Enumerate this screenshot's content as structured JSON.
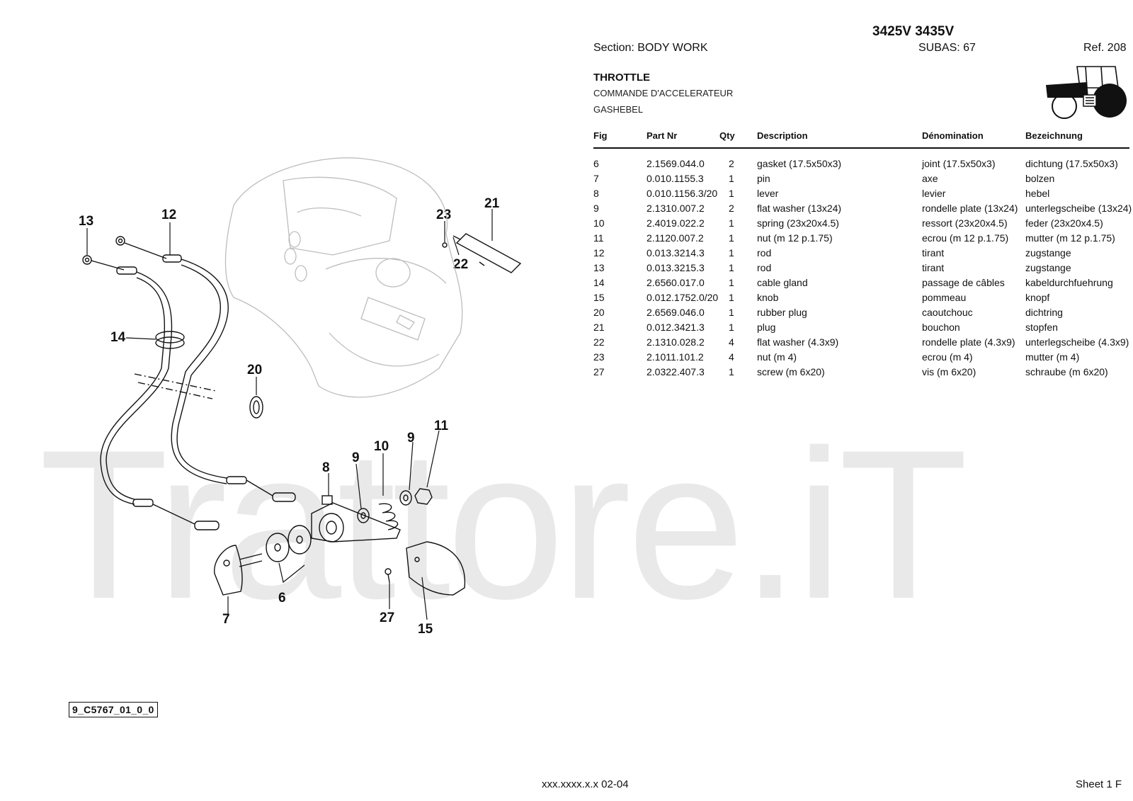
{
  "watermark": "Trattore.iT",
  "header": {
    "model": "3425V 3435V",
    "section": "Section: BODY  WORK",
    "subas": "SUBAS: 67",
    "ref": "Ref. 208",
    "title": "THROTTLE",
    "title_fr": "COMMANDE D'ACCELERATEUR",
    "title_de": "GASHEBEL"
  },
  "table": {
    "columns": [
      "Fig",
      "Part Nr",
      "Qty",
      "Description",
      "Dénomination",
      "Bezeichnung"
    ],
    "rows": [
      {
        "fig": "6",
        "part": "2.1569.044.0",
        "qty": "2",
        "desc": "gasket (17.5x50x3)",
        "den": "joint (17.5x50x3)",
        "bez": "dichtung (17.5x50x3)"
      },
      {
        "fig": "7",
        "part": "0.010.1155.3",
        "qty": "1",
        "desc": "pin",
        "den": "axe",
        "bez": "bolzen"
      },
      {
        "fig": "8",
        "part": "0.010.1156.3/20",
        "qty": "1",
        "desc": "lever",
        "den": "levier",
        "bez": "hebel"
      },
      {
        "fig": "9",
        "part": "2.1310.007.2",
        "qty": "2",
        "desc": "flat washer (13x24)",
        "den": "rondelle plate (13x24)",
        "bez": "unterlegscheibe (13x24)"
      },
      {
        "fig": "10",
        "part": "2.4019.022.2",
        "qty": "1",
        "desc": "spring (23x20x4.5)",
        "den": "ressort (23x20x4.5)",
        "bez": "feder (23x20x4.5)"
      },
      {
        "fig": "11",
        "part": "2.1120.007.2",
        "qty": "1",
        "desc": "nut (m 12 p.1.75)",
        "den": "ecrou (m 12 p.1.75)",
        "bez": "mutter (m 12 p.1.75)"
      },
      {
        "fig": "12",
        "part": "0.013.3214.3",
        "qty": "1",
        "desc": "rod",
        "den": "tirant",
        "bez": "zugstange"
      },
      {
        "fig": "13",
        "part": "0.013.3215.3",
        "qty": "1",
        "desc": "rod",
        "den": "tirant",
        "bez": "zugstange"
      },
      {
        "fig": "14",
        "part": "2.6560.017.0",
        "qty": "1",
        "desc": "cable gland",
        "den": "passage de câbles",
        "bez": "kabeldurchfuehrung"
      },
      {
        "fig": "15",
        "part": "0.012.1752.0/20",
        "qty": "1",
        "desc": "knob",
        "den": "pommeau",
        "bez": "knopf"
      },
      {
        "fig": "20",
        "part": "2.6569.046.0",
        "qty": "1",
        "desc": "rubber plug",
        "den": "caoutchouc",
        "bez": "dichtring"
      },
      {
        "fig": "21",
        "part": "0.012.3421.3",
        "qty": "1",
        "desc": "plug",
        "den": "bouchon",
        "bez": "stopfen"
      },
      {
        "fig": "22",
        "part": "2.1310.028.2",
        "qty": "4",
        "desc": "flat washer (4.3x9)",
        "den": "rondelle plate (4.3x9)",
        "bez": "unterlegscheibe (4.3x9)"
      },
      {
        "fig": "23",
        "part": "2.1011.101.2",
        "qty": "4",
        "desc": "nut (m 4)",
        "den": "ecrou (m 4)",
        "bez": "mutter (m 4)"
      },
      {
        "fig": "27",
        "part": "2.0322.407.3",
        "qty": "1",
        "desc": "screw (m 6x20)",
        "den": "vis (m 6x20)",
        "bez": "schraube (m 6x20)"
      }
    ]
  },
  "callouts": [
    "13",
    "12",
    "14",
    "20",
    "21",
    "23",
    "22",
    "8",
    "9",
    "10",
    "9",
    "11",
    "6",
    "7",
    "27",
    "15"
  ],
  "drawing_code": "9_C5767_01_0_0",
  "footer": {
    "code": "xxx.xxxx.x.x  02-04",
    "sheet": "Sheet 1 F"
  },
  "icons": {
    "tractor": "tractor-icon"
  }
}
